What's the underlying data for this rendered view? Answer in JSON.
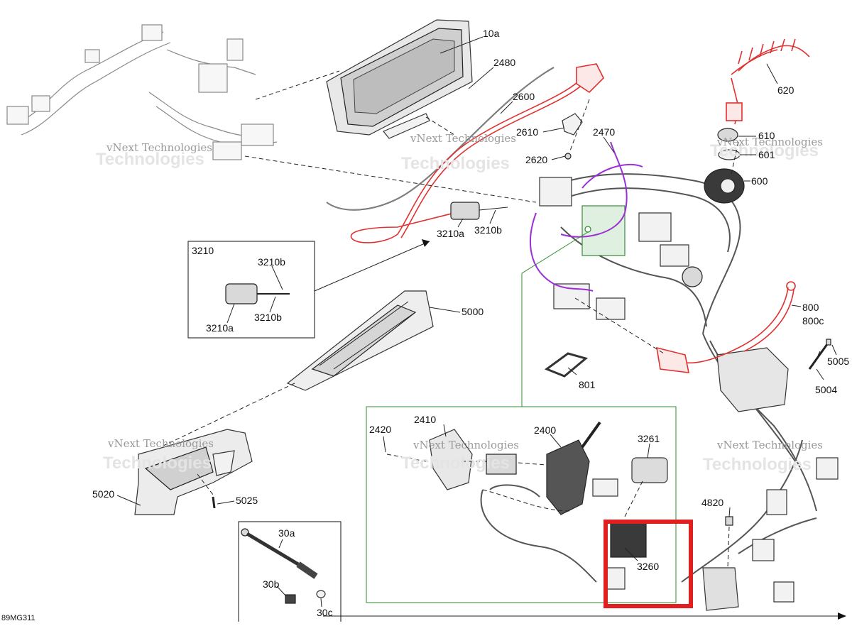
{
  "diagram": {
    "code": "89MG311",
    "watermark": "vNext Technologies",
    "watermark_ghost": "Technologies",
    "highlight_color": "#e02020",
    "labels": {
      "p10a": "10a",
      "p2480": "2480",
      "p2600": "2600",
      "p2610": "2610",
      "p2620": "2620",
      "p2470": "2470",
      "p620": "620",
      "p610": "610",
      "p601": "601",
      "p600": "600",
      "p3210": "3210",
      "p3210b_top": "3210b",
      "p3210b_bot": "3210b",
      "p3210a_box": "3210a",
      "p3210a": "3210a",
      "p3210b": "3210b",
      "p5000": "5000",
      "p800": "800",
      "p800c": "800c",
      "p801": "801",
      "p5005": "5005",
      "p5004": "5004",
      "p2420": "2420",
      "p2410": "2410",
      "p2400": "2400",
      "p3261": "3261",
      "p3260": "3260",
      "p4820": "4820",
      "p5020": "5020",
      "p5025": "5025",
      "p30a": "30a",
      "p30b": "30b",
      "p30c": "30c"
    }
  }
}
